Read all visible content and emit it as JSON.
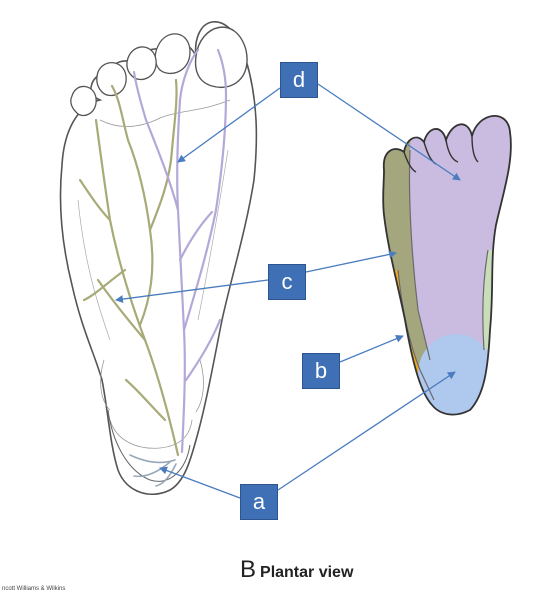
{
  "labels": {
    "a": "a",
    "b": "b",
    "c": "c",
    "d": "d"
  },
  "caption": {
    "letter": "B",
    "text": "Plantar view"
  },
  "credit": "ncott Williams & Wilkins",
  "colors": {
    "label_box": "#3f6fb5",
    "arrow": "#4a7cc0",
    "region_purple": "#c9bce0",
    "region_olive": "#a4a67e",
    "region_orange": "#f0a820",
    "region_green": "#c8ddb8",
    "region_blue": "#aec8ee",
    "nerve_olive": "#a8aa78",
    "nerve_purple": "#b4a8d8"
  }
}
